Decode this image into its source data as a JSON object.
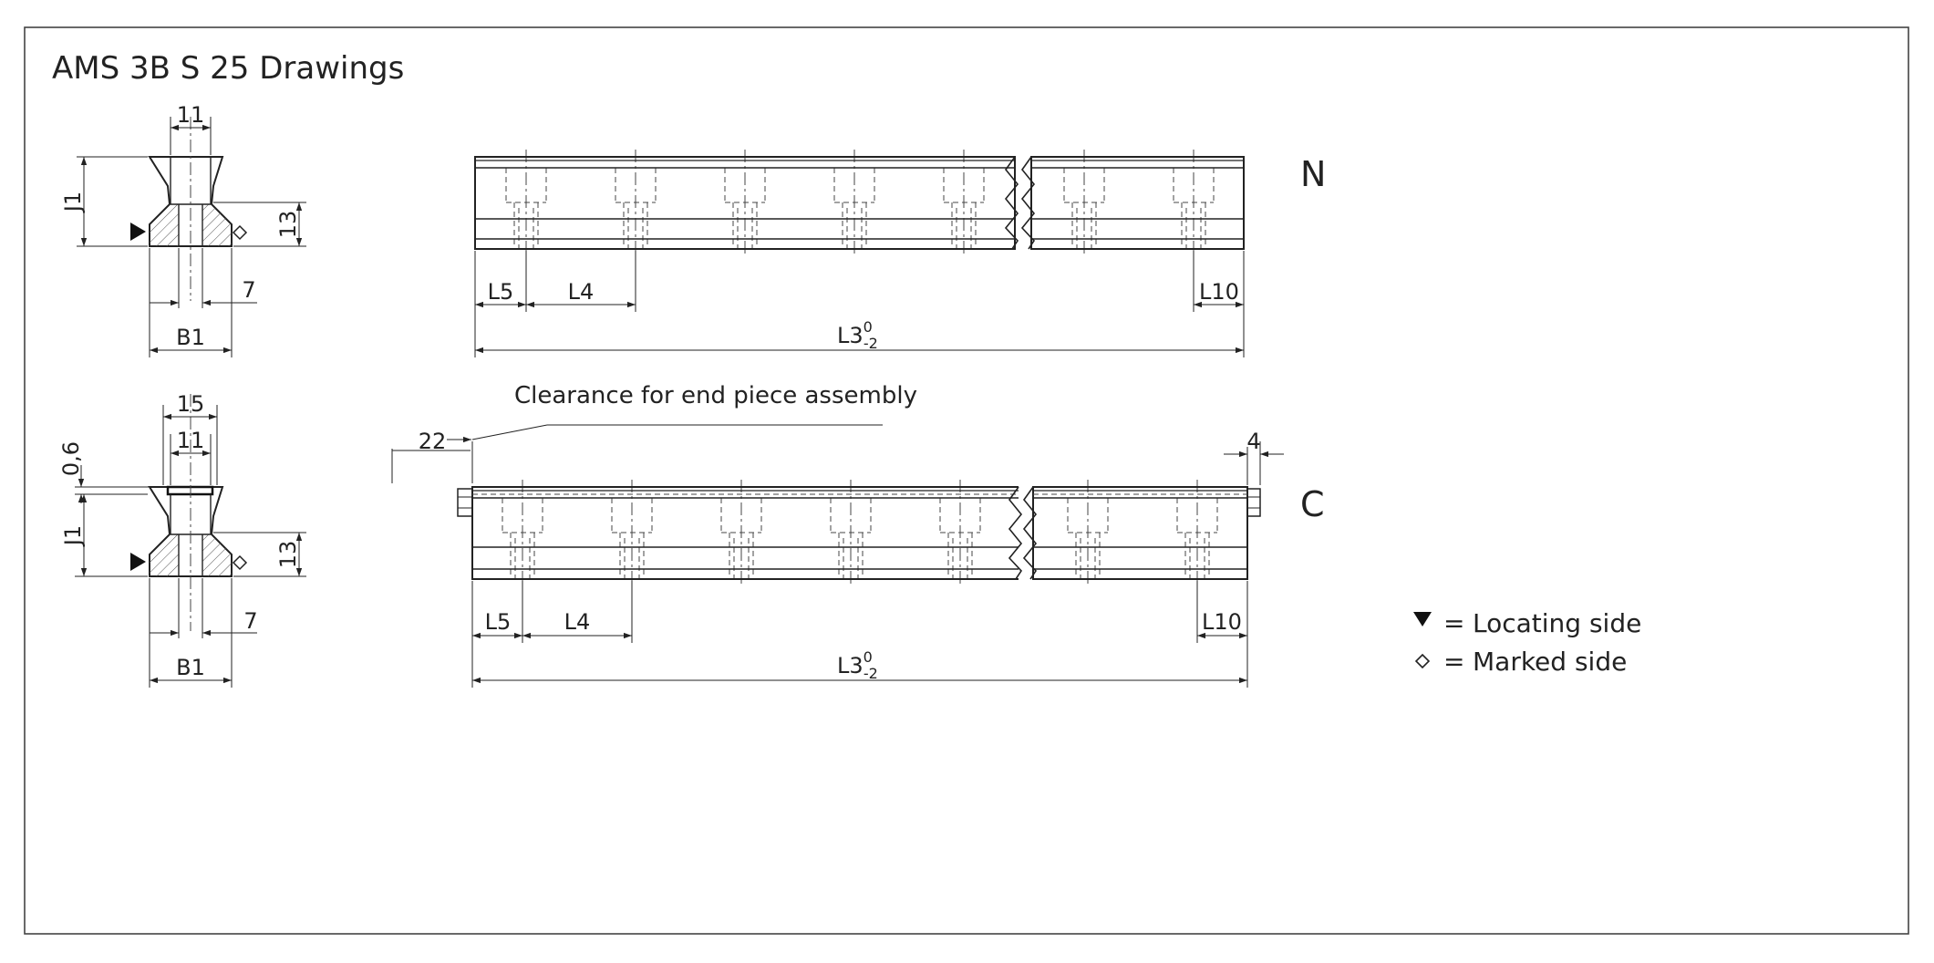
{
  "title": "AMS 3B S 25 Drawings",
  "variants": [
    {
      "label": "N",
      "section_dims": {
        "width_top": "11",
        "height": "J1",
        "bolt_height": "13",
        "hole": "7",
        "width": "B1"
      },
      "rail_dims": {
        "end_dist": "L5",
        "pitch": "L4",
        "end_dist_right": "L10",
        "length_main": "L3",
        "length_sup": "0",
        "length_sub": "-2"
      }
    },
    {
      "label": "C",
      "section_dims": {
        "cap_width": "15",
        "width_top": "11",
        "cap_height": "0,6",
        "height": "J1",
        "bolt_height": "13",
        "hole": "7",
        "width": "B1"
      },
      "rail_dims": {
        "end_dist": "L5",
        "pitch": "L4",
        "end_dist_right": "L10",
        "length_main": "L3",
        "length_sup": "0",
        "length_sub": "-2",
        "clearance_left": "22",
        "clearance_right": "4"
      },
      "note": "Clearance for end piece assembly"
    }
  ],
  "legend": [
    {
      "symbol": "▼",
      "eq": "=",
      "text": "Locating side",
      "icon": "filled-triangle"
    },
    {
      "symbol": "◇",
      "eq": "=",
      "text": "Marked side",
      "icon": "hollow-diamond"
    }
  ]
}
